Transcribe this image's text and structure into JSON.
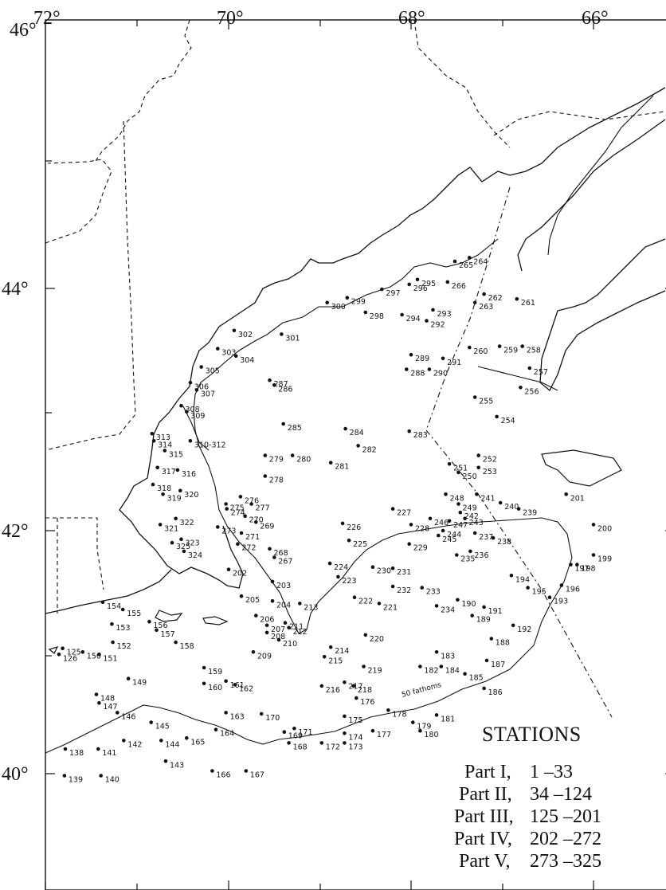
{
  "axes": {
    "top_labels": [
      "72°",
      "70°",
      "68°",
      "66°"
    ],
    "top_first_prefix": "46°",
    "left_labels": [
      "44°",
      "42°",
      "40°"
    ]
  },
  "contour_label": "50 fathoms",
  "legend": {
    "title": "STATIONS",
    "parts": [
      {
        "name": "Part I,",
        "range": "1 –33"
      },
      {
        "name": "Part II,",
        "range": "34 –124"
      },
      {
        "name": "Part III,",
        "range": "125 –201"
      },
      {
        "name": "Part IV,",
        "range": "202 –272"
      },
      {
        "name": "Part V,",
        "range": "273 –325"
      }
    ]
  },
  "stations": [
    {
      "label": "125",
      "lon": -71.82,
      "lat": 41.03
    },
    {
      "label": "126",
      "lon": -71.86,
      "lat": 40.98
    },
    {
      "label": "150",
      "lon": -71.6,
      "lat": 41.0
    },
    {
      "label": "151",
      "lon": -71.42,
      "lat": 40.98
    },
    {
      "label": "152",
      "lon": -71.27,
      "lat": 41.08
    },
    {
      "label": "153",
      "lon": -71.28,
      "lat": 41.23
    },
    {
      "label": "154",
      "lon": -71.38,
      "lat": 41.41
    },
    {
      "label": "155",
      "lon": -71.16,
      "lat": 41.35
    },
    {
      "label": "156",
      "lon": -70.87,
      "lat": 41.25
    },
    {
      "label": "157",
      "lon": -70.79,
      "lat": 41.18
    },
    {
      "label": "158",
      "lon": -70.58,
      "lat": 41.08
    },
    {
      "label": "159",
      "lon": -70.27,
      "lat": 40.87
    },
    {
      "label": "160",
      "lon": -70.27,
      "lat": 40.74
    },
    {
      "label": "161",
      "lon": -70.03,
      "lat": 40.76
    },
    {
      "label": "162",
      "lon": -69.93,
      "lat": 40.73
    },
    {
      "label": "163",
      "lon": -70.03,
      "lat": 40.5
    },
    {
      "label": "164",
      "lon": -70.14,
      "lat": 40.36
    },
    {
      "label": "165",
      "lon": -70.46,
      "lat": 40.29
    },
    {
      "label": "166",
      "lon": -70.18,
      "lat": 40.02
    },
    {
      "label": "167",
      "lon": -69.81,
      "lat": 40.02
    },
    {
      "label": "168",
      "lon": -69.34,
      "lat": 40.25
    },
    {
      "label": "169",
      "lon": -69.39,
      "lat": 40.34
    },
    {
      "label": "170",
      "lon": -69.64,
      "lat": 40.49
    },
    {
      "label": "171",
      "lon": -69.28,
      "lat": 40.37
    },
    {
      "label": "172",
      "lon": -68.98,
      "lat": 40.25
    },
    {
      "label": "173",
      "lon": -68.73,
      "lat": 40.25
    },
    {
      "label": "174",
      "lon": -68.73,
      "lat": 40.33
    },
    {
      "label": "175",
      "lon": -68.73,
      "lat": 40.47
    },
    {
      "label": "176",
      "lon": -68.6,
      "lat": 40.62
    },
    {
      "label": "177",
      "lon": -68.42,
      "lat": 40.35
    },
    {
      "label": "178",
      "lon": -68.25,
      "lat": 40.52
    },
    {
      "label": "179",
      "lon": -67.98,
      "lat": 40.42
    },
    {
      "label": "180",
      "lon": -67.9,
      "lat": 40.35
    },
    {
      "label": "181",
      "lon": -67.72,
      "lat": 40.48
    },
    {
      "label": "182",
      "lon": -67.9,
      "lat": 40.88
    },
    {
      "label": "183",
      "lon": -67.72,
      "lat": 41.0
    },
    {
      "label": "184",
      "lon": -67.67,
      "lat": 40.88
    },
    {
      "label": "185",
      "lon": -67.41,
      "lat": 40.82
    },
    {
      "label": "186",
      "lon": -67.2,
      "lat": 40.7
    },
    {
      "label": "187",
      "lon": -67.17,
      "lat": 40.93
    },
    {
      "label": "188",
      "lon": -67.12,
      "lat": 41.11
    },
    {
      "label": "189",
      "lon": -67.33,
      "lat": 41.3
    },
    {
      "label": "190",
      "lon": -67.49,
      "lat": 41.43
    },
    {
      "label": "191",
      "lon": -67.2,
      "lat": 41.37
    },
    {
      "label": "192",
      "lon": -66.88,
      "lat": 41.22
    },
    {
      "label": "193",
      "lon": -66.48,
      "lat": 41.45
    },
    {
      "label": "194",
      "lon": -66.9,
      "lat": 41.63
    },
    {
      "label": "195",
      "lon": -66.72,
      "lat": 41.53
    },
    {
      "label": "196",
      "lon": -66.35,
      "lat": 41.55
    },
    {
      "label": "197",
      "lon": -66.25,
      "lat": 41.72
    },
    {
      "label": "198",
      "lon": -66.18,
      "lat": 41.72
    },
    {
      "label": "199",
      "lon": -66.0,
      "lat": 41.8
    },
    {
      "label": "200",
      "lon": -66.0,
      "lat": 42.05
    },
    {
      "label": "201",
      "lon": -66.3,
      "lat": 42.3
    },
    {
      "label": "202",
      "lon": -70.0,
      "lat": 41.68
    },
    {
      "label": "203",
      "lon": -69.52,
      "lat": 41.58
    },
    {
      "label": "204",
      "lon": -69.52,
      "lat": 41.42
    },
    {
      "label": "205",
      "lon": -69.86,
      "lat": 41.46
    },
    {
      "label": "206",
      "lon": -69.7,
      "lat": 41.3
    },
    {
      "label": "207",
      "lon": -69.58,
      "lat": 41.22
    },
    {
      "label": "208",
      "lon": -69.58,
      "lat": 41.16
    },
    {
      "label": "209",
      "lon": -69.73,
      "lat": 41.0
    },
    {
      "label": "210",
      "lon": -69.45,
      "lat": 41.1
    },
    {
      "label": "211",
      "lon": -69.38,
      "lat": 41.24
    },
    {
      "label": "212",
      "lon": -69.34,
      "lat": 41.2
    },
    {
      "label": "213",
      "lon": -69.22,
      "lat": 41.4
    },
    {
      "label": "214",
      "lon": -68.88,
      "lat": 41.04
    },
    {
      "label": "215",
      "lon": -68.95,
      "lat": 40.96
    },
    {
      "label": "216",
      "lon": -68.98,
      "lat": 40.72
    },
    {
      "label": "217",
      "lon": -68.73,
      "lat": 40.75
    },
    {
      "label": "218",
      "lon": -68.63,
      "lat": 40.72
    },
    {
      "label": "219",
      "lon": -68.52,
      "lat": 40.88
    },
    {
      "label": "220",
      "lon": -68.5,
      "lat": 41.14
    },
    {
      "label": "221",
      "lon": -68.35,
      "lat": 41.4
    },
    {
      "label": "222",
      "lon": -68.62,
      "lat": 41.45
    },
    {
      "label": "223",
      "lon": -68.8,
      "lat": 41.62
    },
    {
      "label": "224",
      "lon": -68.89,
      "lat": 41.73
    },
    {
      "label": "225",
      "lon": -68.68,
      "lat": 41.92
    },
    {
      "label": "226",
      "lon": -68.75,
      "lat": 42.06
    },
    {
      "label": "227",
      "lon": -68.2,
      "lat": 42.18
    },
    {
      "label": "228",
      "lon": -68.0,
      "lat": 42.05
    },
    {
      "label": "229",
      "lon": -68.02,
      "lat": 41.89
    },
    {
      "label": "230",
      "lon": -68.42,
      "lat": 41.7
    },
    {
      "label": "231",
      "lon": -68.2,
      "lat": 41.69
    },
    {
      "label": "232",
      "lon": -68.2,
      "lat": 41.54
    },
    {
      "label": "233",
      "lon": -67.88,
      "lat": 41.53
    },
    {
      "label": "234",
      "lon": -67.72,
      "lat": 41.38
    },
    {
      "label": "235",
      "lon": -67.5,
      "lat": 41.8
    },
    {
      "label": "236",
      "lon": -67.35,
      "lat": 41.83
    },
    {
      "label": "237",
      "lon": -67.3,
      "lat": 41.98
    },
    {
      "label": "238",
      "lon": -67.1,
      "lat": 41.94
    },
    {
      "label": "239",
      "lon": -66.82,
      "lat": 42.18
    },
    {
      "label": "240",
      "lon": -67.02,
      "lat": 42.23
    },
    {
      "label": "241",
      "lon": -67.28,
      "lat": 42.3
    },
    {
      "label": "242",
      "lon": -67.46,
      "lat": 42.15
    },
    {
      "label": "243",
      "lon": -67.41,
      "lat": 42.1
    },
    {
      "label": "244",
      "lon": -67.65,
      "lat": 42.0
    },
    {
      "label": "245",
      "lon": -67.7,
      "lat": 41.96
    },
    {
      "label": "246",
      "lon": -67.79,
      "lat": 42.1
    },
    {
      "label": "247",
      "lon": -67.58,
      "lat": 42.08
    },
    {
      "label": "248",
      "lon": -67.62,
      "lat": 42.3
    },
    {
      "label": "249",
      "lon": -67.48,
      "lat": 42.22
    },
    {
      "label": "250",
      "lon": -67.48,
      "lat": 42.48
    },
    {
      "label": "251",
      "lon": -67.58,
      "lat": 42.55
    },
    {
      "label": "252",
      "lon": -67.26,
      "lat": 42.62
    },
    {
      "label": "253",
      "lon": -67.26,
      "lat": 42.52
    },
    {
      "label": "254",
      "lon": -67.06,
      "lat": 42.94
    },
    {
      "label": "255",
      "lon": -67.3,
      "lat": 43.1
    },
    {
      "label": "256",
      "lon": -66.8,
      "lat": 43.18
    },
    {
      "label": "257",
      "lon": -66.7,
      "lat": 43.34
    },
    {
      "label": "258",
      "lon": -66.78,
      "lat": 43.52
    },
    {
      "label": "259",
      "lon": -67.03,
      "lat": 43.52
    },
    {
      "label": "260",
      "lon": -67.36,
      "lat": 43.51
    },
    {
      "label": "261",
      "lon": -66.84,
      "lat": 43.91
    },
    {
      "label": "262",
      "lon": -67.2,
      "lat": 43.95
    },
    {
      "label": "263",
      "lon": -67.3,
      "lat": 43.88
    },
    {
      "label": "264",
      "lon": -67.36,
      "lat": 44.25
    },
    {
      "label": "265",
      "lon": -67.52,
      "lat": 44.22
    },
    {
      "label": "266",
      "lon": -67.6,
      "lat": 44.05
    },
    {
      "label": "267",
      "lon": -69.5,
      "lat": 41.78
    },
    {
      "label": "268",
      "lon": -69.55,
      "lat": 41.85
    },
    {
      "label": "269",
      "lon": -69.7,
      "lat": 42.07
    },
    {
      "label": "270",
      "lon": -69.82,
      "lat": 42.12
    },
    {
      "label": "271",
      "lon": -69.86,
      "lat": 41.98
    },
    {
      "label": "272",
      "lon": -69.9,
      "lat": 41.89
    },
    {
      "label": "273",
      "lon": -70.12,
      "lat": 42.03
    },
    {
      "label": "274",
      "lon": -70.02,
      "lat": 42.18
    },
    {
      "label": "275",
      "lon": -70.03,
      "lat": 42.22
    },
    {
      "label": "276",
      "lon": -69.87,
      "lat": 42.28
    },
    {
      "label": "277",
      "lon": -69.75,
      "lat": 42.22
    },
    {
      "label": "278",
      "lon": -69.6,
      "lat": 42.45
    },
    {
      "label": "279",
      "lon": -69.6,
      "lat": 42.62
    },
    {
      "label": "280",
      "lon": -69.3,
      "lat": 42.62
    },
    {
      "label": "281",
      "lon": -68.88,
      "lat": 42.56
    },
    {
      "label": "282",
      "lon": -68.58,
      "lat": 42.7
    },
    {
      "label": "283",
      "lon": -68.02,
      "lat": 42.82
    },
    {
      "label": "284",
      "lon": -68.72,
      "lat": 42.84
    },
    {
      "label": "285",
      "lon": -69.4,
      "lat": 42.88
    },
    {
      "label": "286",
      "lon": -69.5,
      "lat": 43.2
    },
    {
      "label": "287",
      "lon": -69.55,
      "lat": 43.24
    },
    {
      "label": "288",
      "lon": -68.05,
      "lat": 43.33
    },
    {
      "label": "289",
      "lon": -68.0,
      "lat": 43.45
    },
    {
      "label": "290",
      "lon": -67.8,
      "lat": 43.33
    },
    {
      "label": "291",
      "lon": -67.65,
      "lat": 43.42
    },
    {
      "label": "292",
      "lon": -67.83,
      "lat": 43.73
    },
    {
      "label": "293",
      "lon": -67.76,
      "lat": 43.82
    },
    {
      "label": "294",
      "lon": -68.1,
      "lat": 43.78
    },
    {
      "label": "295",
      "lon": -67.93,
      "lat": 44.07
    },
    {
      "label": "296",
      "lon": -68.02,
      "lat": 44.03
    },
    {
      "label": "297",
      "lon": -68.32,
      "lat": 43.99
    },
    {
      "label": "298",
      "lon": -68.5,
      "lat": 43.8
    },
    {
      "label": "299",
      "lon": -68.7,
      "lat": 43.92
    },
    {
      "label": "300",
      "lon": -68.92,
      "lat": 43.88
    },
    {
      "label": "301",
      "lon": -69.42,
      "lat": 43.62
    },
    {
      "label": "302",
      "lon": -69.94,
      "lat": 43.65
    },
    {
      "label": "303",
      "lon": -70.12,
      "lat": 43.5
    },
    {
      "label": "304",
      "lon": -69.92,
      "lat": 43.44
    },
    {
      "label": "305",
      "lon": -70.3,
      "lat": 43.35
    },
    {
      "label": "306",
      "lon": -70.42,
      "lat": 43.22
    },
    {
      "label": "307",
      "lon": -70.35,
      "lat": 43.16
    },
    {
      "label": "308",
      "lon": -70.52,
      "lat": 43.03
    },
    {
      "label": "309",
      "lon": -70.46,
      "lat": 42.98
    },
    {
      "label": "310-312",
      "lon": -70.42,
      "lat": 42.74
    },
    {
      "label": "313",
      "lon": -70.84,
      "lat": 42.8
    },
    {
      "label": "314",
      "lon": -70.82,
      "lat": 42.74
    },
    {
      "label": "315",
      "lon": -70.7,
      "lat": 42.66
    },
    {
      "label": "316",
      "lon": -70.56,
      "lat": 42.5
    },
    {
      "label": "317",
      "lon": -70.78,
      "lat": 42.52
    },
    {
      "label": "318",
      "lon": -70.83,
      "lat": 42.38
    },
    {
      "label": "319",
      "lon": -70.72,
      "lat": 42.3
    },
    {
      "label": "320",
      "lon": -70.53,
      "lat": 42.33
    },
    {
      "label": "321",
      "lon": -70.75,
      "lat": 42.05
    },
    {
      "label": "322",
      "lon": -70.58,
      "lat": 42.1
    },
    {
      "label": "323",
      "lon": -70.52,
      "lat": 41.93
    },
    {
      "label": "324",
      "lon": -70.49,
      "lat": 41.83
    },
    {
      "label": "325",
      "lon": -70.62,
      "lat": 41.9
    },
    {
      "label": "138",
      "lon": -71.79,
      "lat": 40.2
    },
    {
      "label": "139",
      "lon": -71.8,
      "lat": 39.98
    },
    {
      "label": "140",
      "lon": -71.4,
      "lat": 39.98
    },
    {
      "label": "141",
      "lon": -71.43,
      "lat": 40.2
    },
    {
      "label": "142",
      "lon": -71.15,
      "lat": 40.27
    },
    {
      "label": "143",
      "lon": -70.69,
      "lat": 40.1
    },
    {
      "label": "144",
      "lon": -70.74,
      "lat": 40.27
    },
    {
      "label": "145",
      "lon": -70.85,
      "lat": 40.42
    },
    {
      "label": "146",
      "lon": -71.22,
      "lat": 40.5
    },
    {
      "label": "147",
      "lon": -71.42,
      "lat": 40.58
    },
    {
      "label": "148",
      "lon": -71.45,
      "lat": 40.65
    },
    {
      "label": "149",
      "lon": -71.1,
      "lat": 40.78
    }
  ]
}
